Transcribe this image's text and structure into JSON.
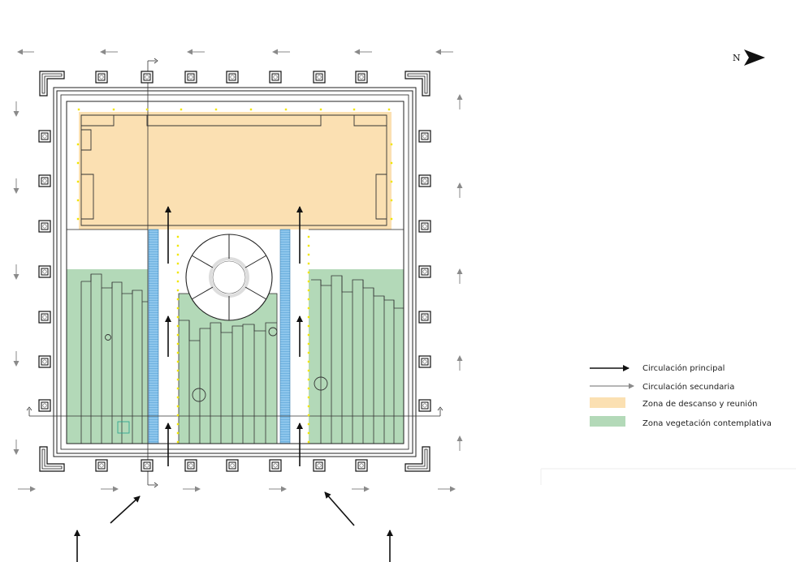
{
  "north_label": "N",
  "legend": {
    "principal": "Circulación principal",
    "secundaria": "Circulación secundaria",
    "descanso": "Zona de descanso y reunión",
    "vegetacion": "Zona vegetación contemplativa"
  },
  "colors": {
    "descanso": "#fbe0b2",
    "vegetacion": "#b3d9b8",
    "water": "#8ec6ec",
    "principal_arrow": "#111111",
    "secundaria_arrow": "#8a8a8a",
    "lights": "#f2e600",
    "lines": "#222222"
  },
  "icons": {
    "north": "north-arrow-icon",
    "column": "column-icon",
    "corner": "corner-column-icon",
    "fountain": "fountain-icon",
    "tree": "tree-icon"
  }
}
